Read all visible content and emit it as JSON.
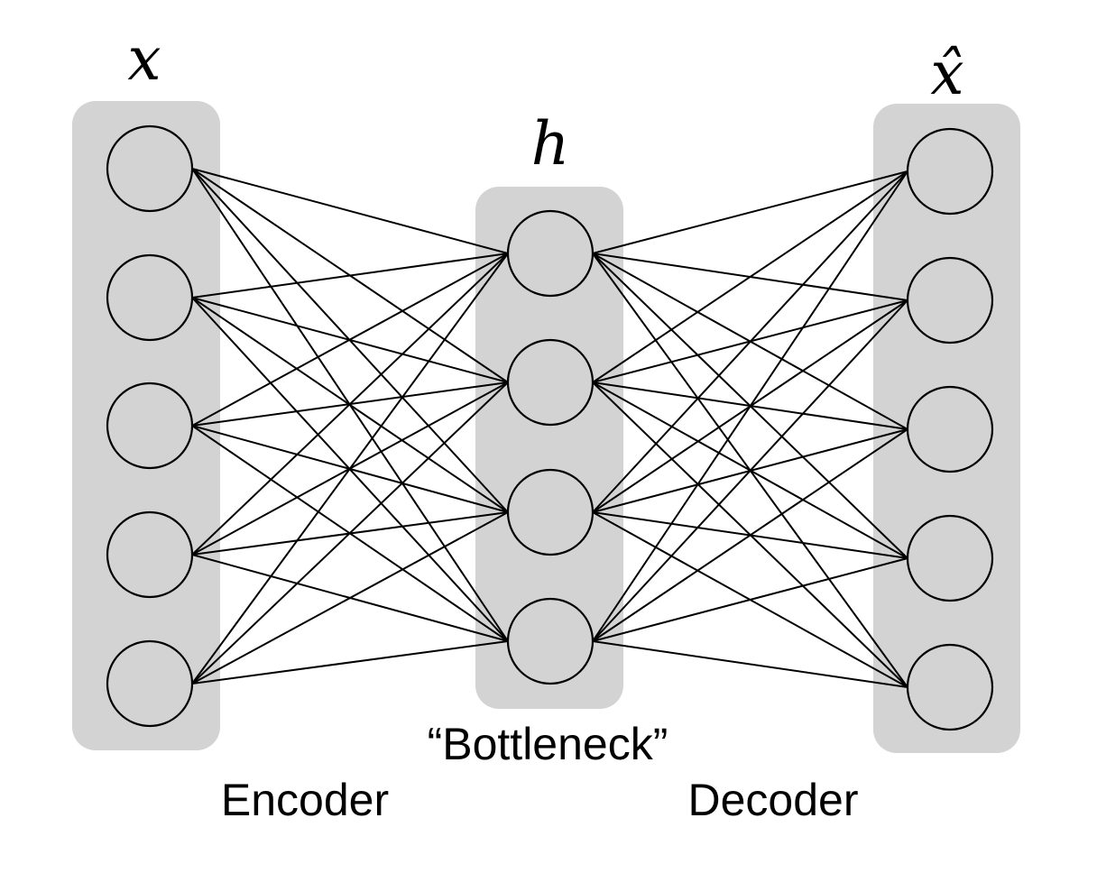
{
  "diagram": {
    "layers": [
      {
        "id": "input",
        "label": "x",
        "node_count": 5
      },
      {
        "id": "bottleneck",
        "label": "h",
        "node_count": 4
      },
      {
        "id": "output",
        "label": "x̂",
        "node_count": 5
      }
    ],
    "connectivity": "fully-connected",
    "colors": {
      "layer_fill": "#d3d3d3",
      "node_fill": "#d3d3d3",
      "stroke": "#000000"
    },
    "captions": {
      "bottleneck": "“Bottleneck”",
      "encoder": "Encoder",
      "decoder": "Decoder"
    }
  }
}
